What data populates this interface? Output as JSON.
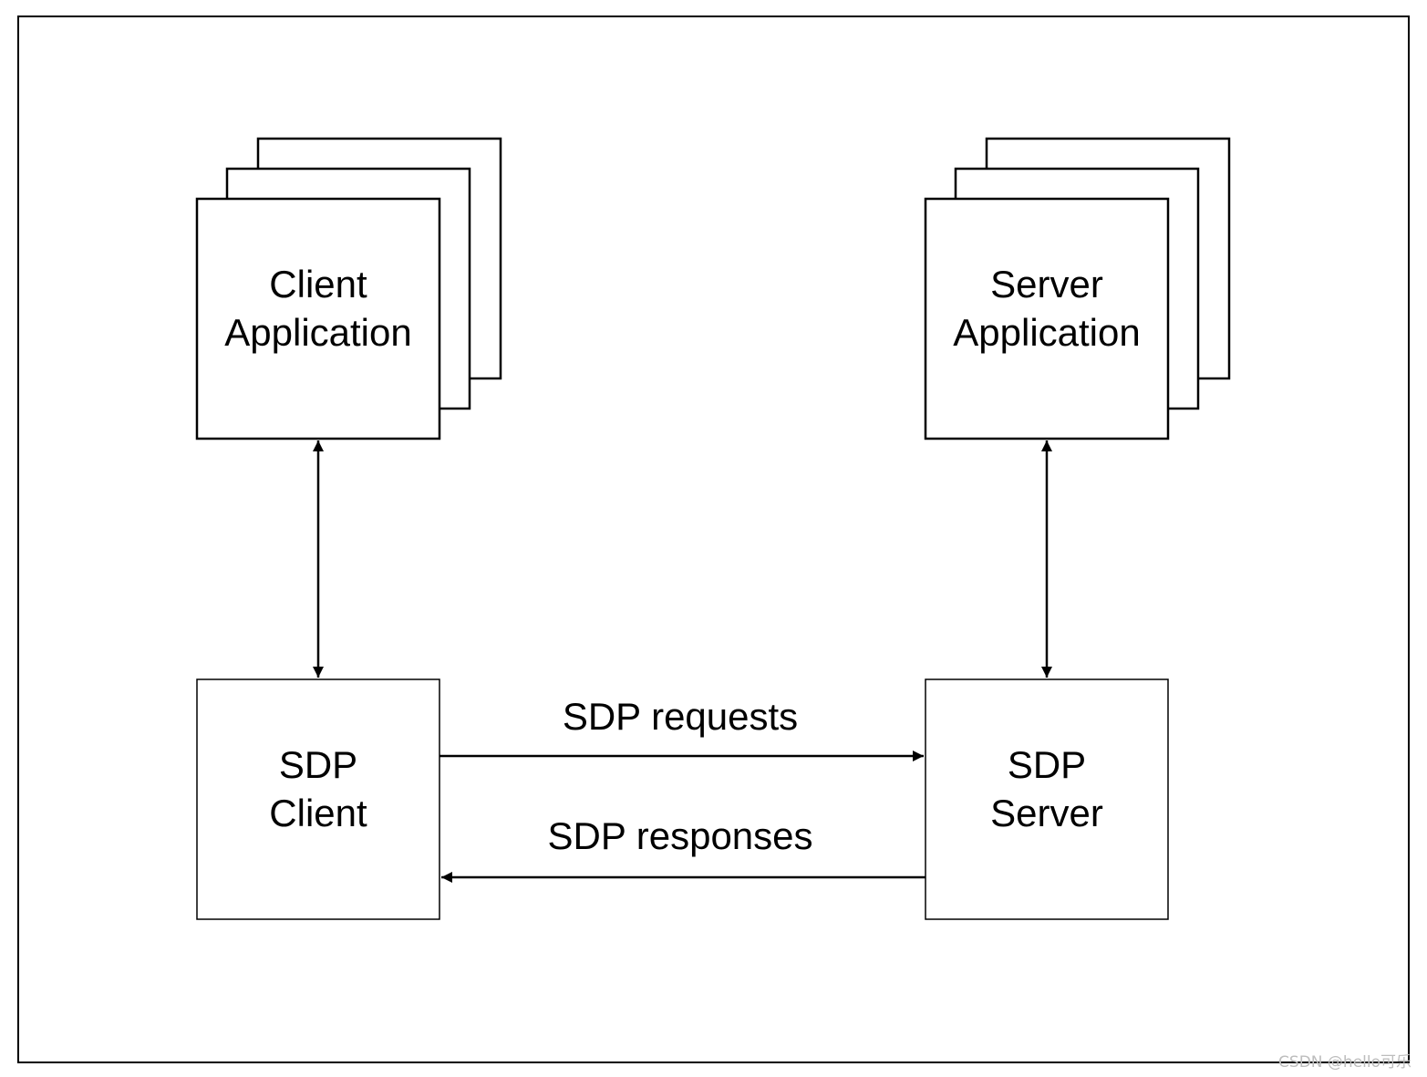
{
  "client_app": {
    "line1": "Client",
    "line2": "Application"
  },
  "server_app": {
    "line1": "Server",
    "line2": "Application"
  },
  "sdp_client": {
    "line1": "SDP",
    "line2": "Client"
  },
  "sdp_server": {
    "line1": "SDP",
    "line2": "Server"
  },
  "arrows": {
    "requests": "SDP requests",
    "responses": "SDP responses"
  },
  "watermark": "CSDN @hello可乐"
}
